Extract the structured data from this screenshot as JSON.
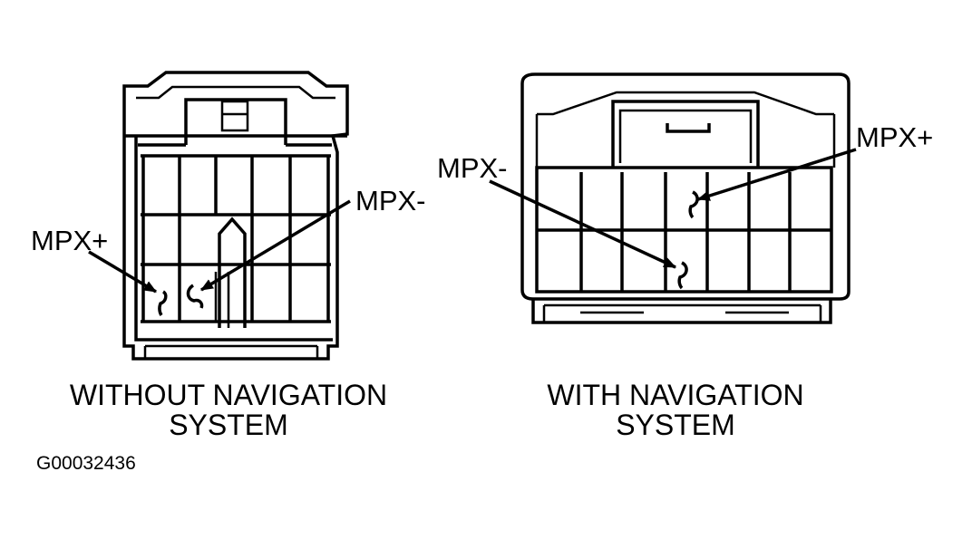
{
  "left_connector": {
    "label_plus": "MPX+",
    "label_minus": "MPX-",
    "caption_line1": "WITHOUT NAVIGATION",
    "caption_line2": "SYSTEM"
  },
  "right_connector": {
    "label_plus": "MPX+",
    "label_minus": "MPX-",
    "caption_line1": "WITH NAVIGATION",
    "caption_line2": "SYSTEM"
  },
  "figure_code": "G00032436"
}
